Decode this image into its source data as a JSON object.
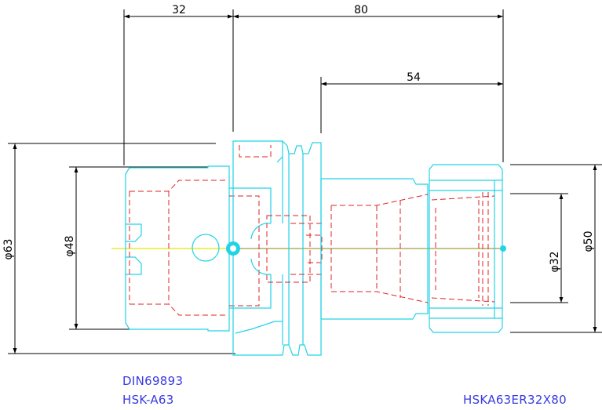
{
  "dimensions": {
    "d32": "32",
    "d80": "80",
    "d54": "54",
    "phi63": "φ63",
    "phi48": "φ48",
    "phi50": "φ50",
    "phi32": "φ32"
  },
  "labels": {
    "standard": "DIN69893",
    "interface": "HSK-A63",
    "part_number": "HSKA63ER32X80"
  },
  "colors": {
    "outline": "#22d3e6",
    "hidden": "#e02020",
    "centerline_left": "#e8e800",
    "centerline_right": "#a0a040",
    "dimension": "#000000",
    "text": "#3a3ae0"
  }
}
